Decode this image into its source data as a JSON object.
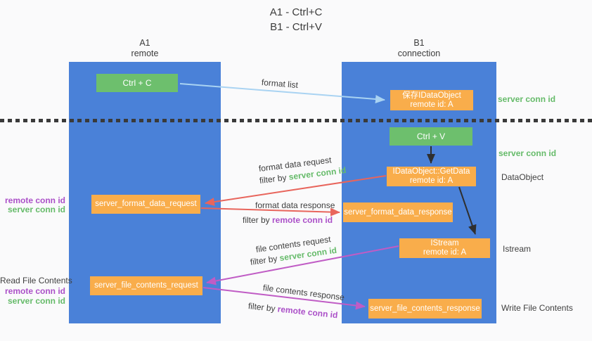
{
  "title": {
    "line1": "A1 - Ctrl+C",
    "line2": "B1 - Ctrl+V"
  },
  "lanes": {
    "a1": {
      "name": "A1",
      "role": "remote"
    },
    "b1": {
      "name": "B1",
      "role": "connection"
    }
  },
  "boxes": {
    "ctrl_c": {
      "label": "Ctrl + C"
    },
    "ctrl_v": {
      "label": "Ctrl + V"
    },
    "save_idataobject": {
      "line1": "保存IDataObject",
      "line2": "remote id: A"
    },
    "getdata": {
      "line1": "IDataObject::GetData",
      "line2": "remote id: A"
    },
    "istream": {
      "line1": "IStream",
      "line2": "remote id: A"
    },
    "format_request": {
      "label": "server_format_data_request"
    },
    "format_response": {
      "label": "server_format_data_response"
    },
    "file_request": {
      "label": "server_file_contents_request"
    },
    "file_response": {
      "label": "server_file_contents_response"
    }
  },
  "arrows": {
    "format_list": {
      "label": "format list"
    },
    "format_data_request": {
      "label": "format data request",
      "filter_prefix": "filter by ",
      "filter_key": "server conn id"
    },
    "format_data_response": {
      "label": "format data response",
      "filter_prefix": "filter by ",
      "filter_key": "remote conn id"
    },
    "file_contents_request": {
      "label": "file contents request",
      "filter_prefix": "filter by ",
      "filter_key": "server conn id"
    },
    "file_contents_response": {
      "label": "file contents response",
      "filter_prefix": "filter by ",
      "filter_key": "remote conn id"
    }
  },
  "annotations": {
    "right_server_conn_id_top": "server conn id",
    "right_server_conn_id_mid": "server conn id",
    "right_dataobject": "DataObject",
    "right_istream": "Istream",
    "right_write_file": "Write File Contents",
    "left_remote_conn_id_1": "remote conn id",
    "left_server_conn_id_1": "server conn id",
    "left_read_file": "Read File Contents",
    "left_remote_conn_id_2": "remote conn id",
    "left_server_conn_id_2": "server conn id"
  },
  "colors": {
    "lane_blue": "#4a81d8",
    "box_orange": "#f9ad4b",
    "box_green": "#6dbf6d",
    "arrow_blue": "#a9d3f2",
    "arrow_red": "#e8655c",
    "arrow_magenta": "#c05cc5",
    "arrow_black": "#2f2f2f",
    "text_green": "#66bb6a",
    "text_purple": "#ab50c8",
    "text_dark": "#3f3f3f"
  }
}
